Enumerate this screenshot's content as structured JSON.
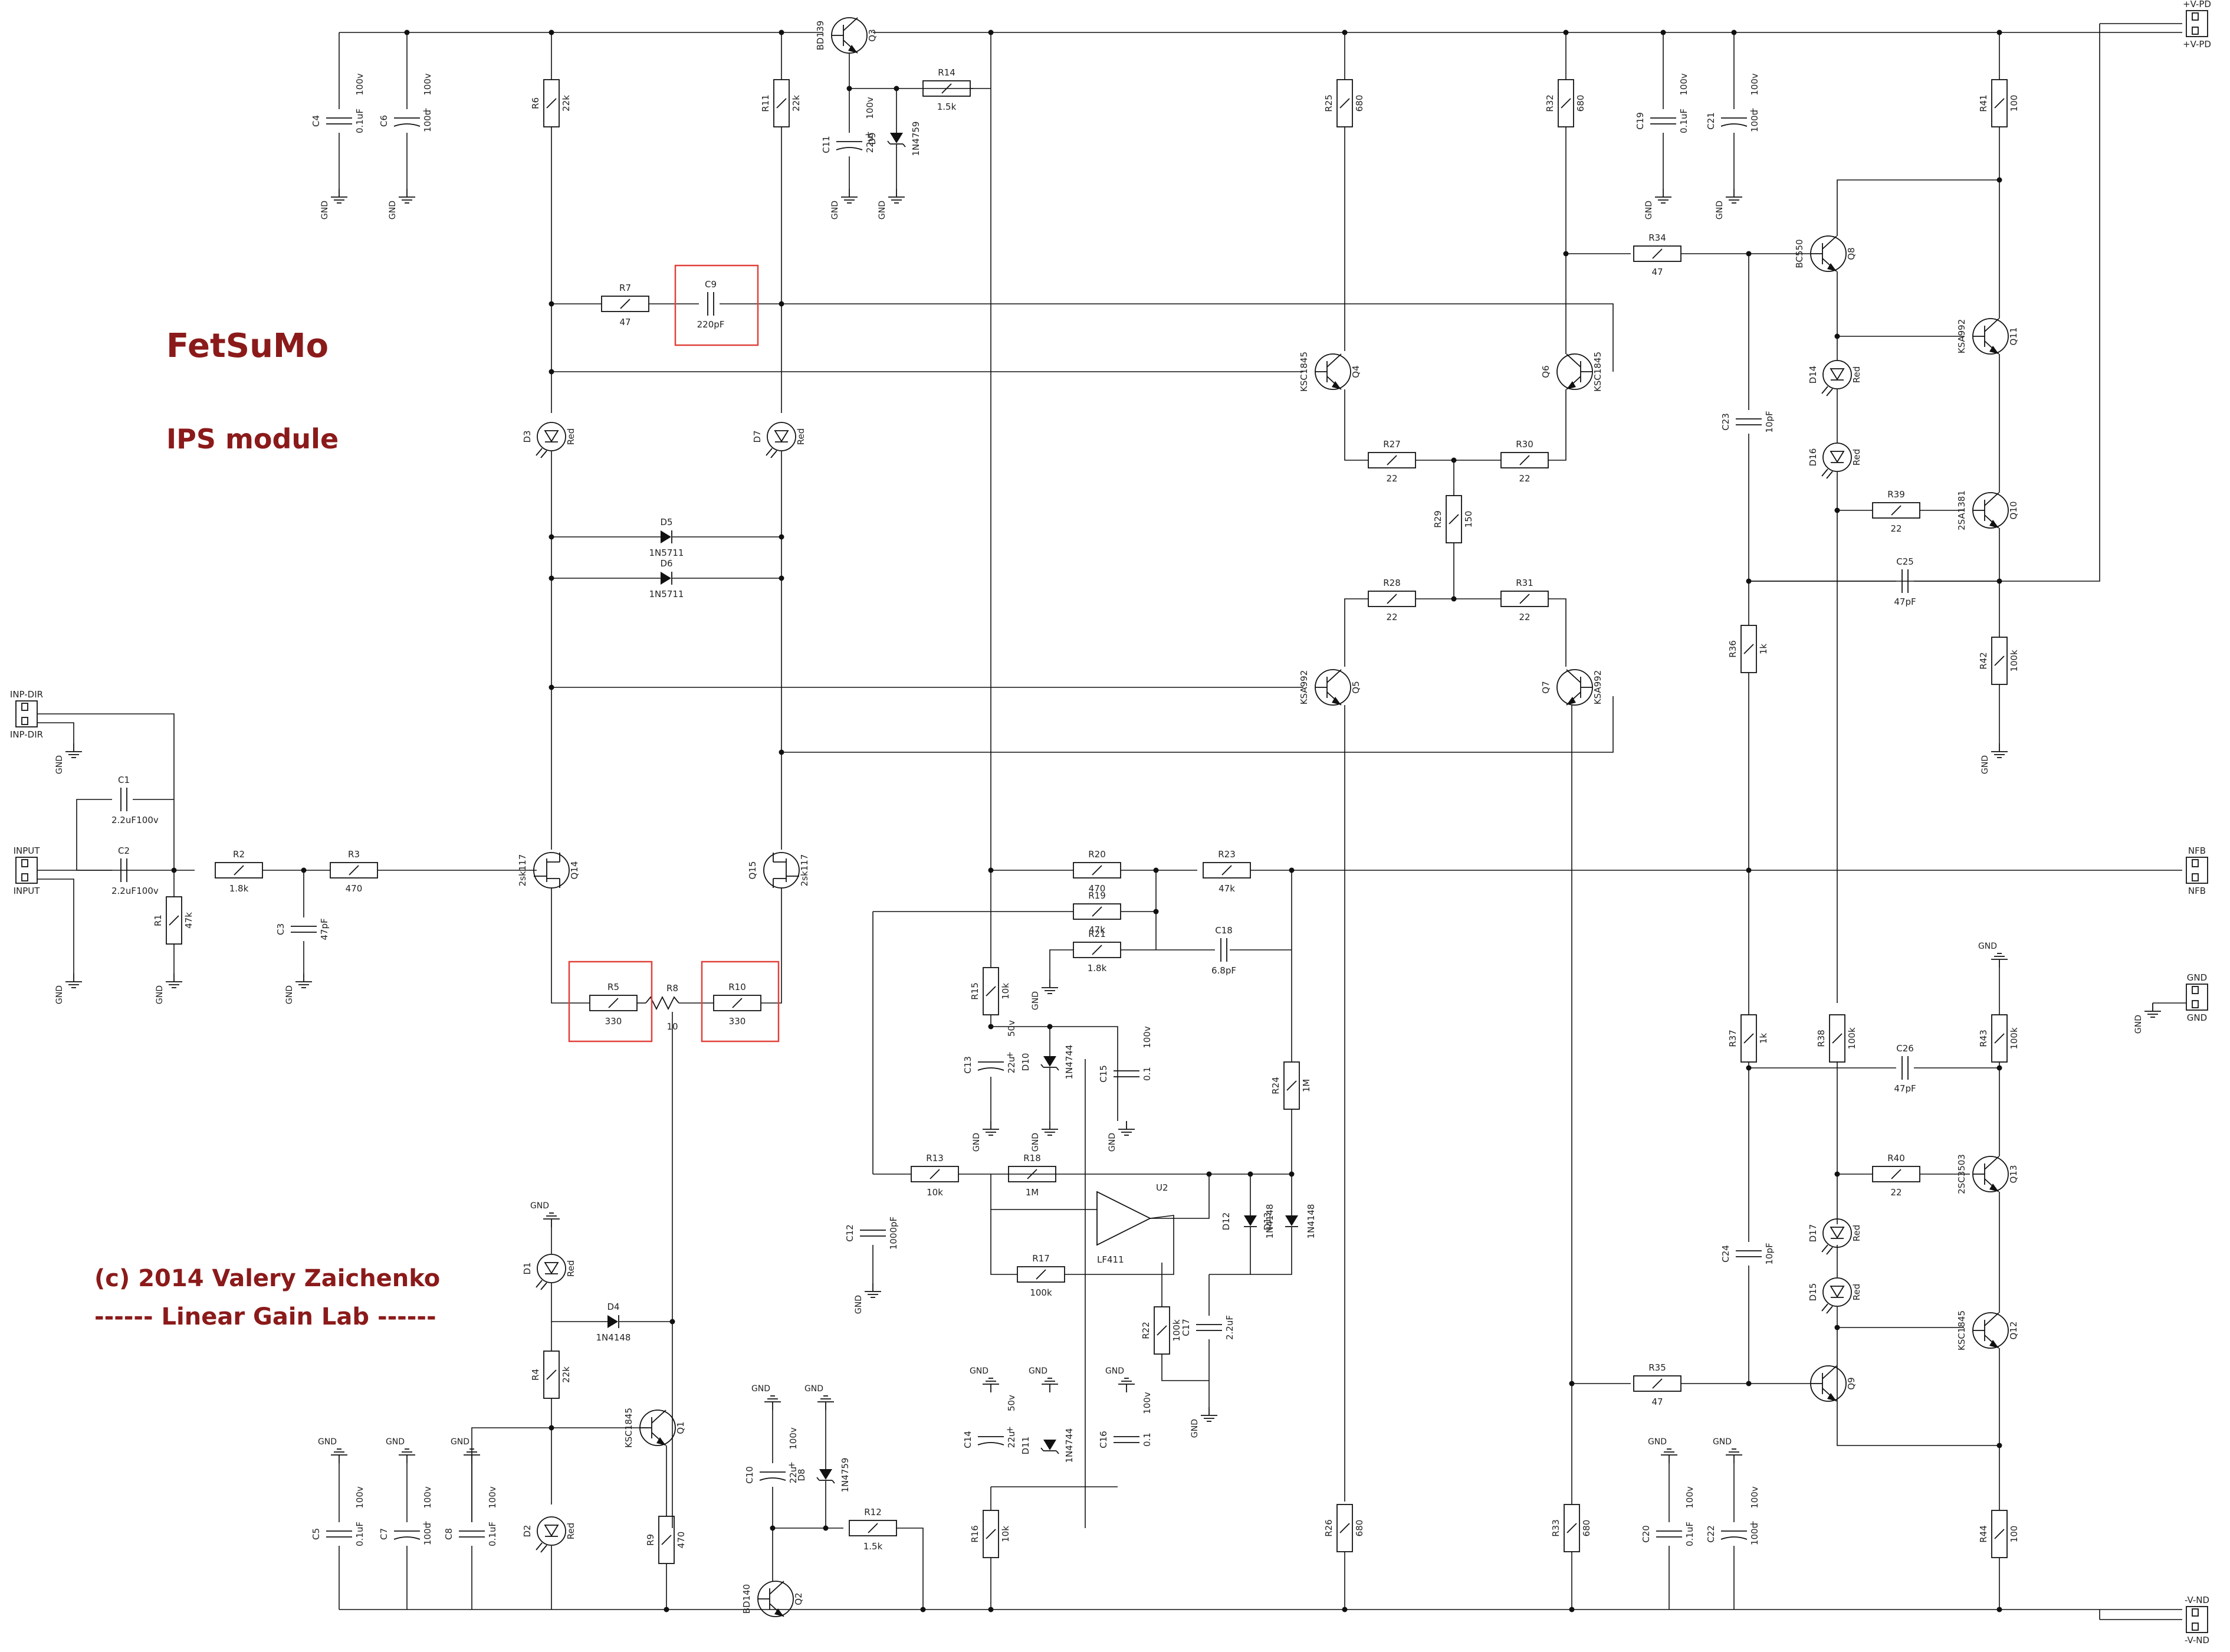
{
  "texts": {
    "title": "FetSuMo",
    "subtitle": "IPS module",
    "copyright": "(c) 2014 Valery Zaichenko",
    "lab": "------ Linear Gain Lab ------"
  },
  "ports": {
    "vpd_top": "+V-PD",
    "vpd_bot": "+V-PD",
    "inpdir_top": "INP-DIR",
    "inpdir_bot": "INP-DIR",
    "input_top": "INPUT",
    "input_bot": "INPUT",
    "nfb_top": "NFB",
    "nfb_bot": "NFB",
    "gnd_top": "GND",
    "gnd_bot": "GND",
    "vnd_top": "-V-ND",
    "vnd_bot": "-V-ND"
  },
  "gnd_label": "GND",
  "resistors": [
    {
      "ref": "R1",
      "val": "47k"
    },
    {
      "ref": "R2",
      "val": "1.8k"
    },
    {
      "ref": "R3",
      "val": "470"
    },
    {
      "ref": "R4",
      "val": "22k"
    },
    {
      "ref": "R5",
      "val": "330"
    },
    {
      "ref": "R6",
      "val": "22k"
    },
    {
      "ref": "R7",
      "val": "47"
    },
    {
      "ref": "R8",
      "val": "10"
    },
    {
      "ref": "R9",
      "val": "470"
    },
    {
      "ref": "R10",
      "val": "330"
    },
    {
      "ref": "R11",
      "val": "22k"
    },
    {
      "ref": "R12",
      "val": "1.5k"
    },
    {
      "ref": "R13",
      "val": "10k"
    },
    {
      "ref": "R14",
      "val": "1.5k"
    },
    {
      "ref": "R15",
      "val": "10k"
    },
    {
      "ref": "R16",
      "val": "10k"
    },
    {
      "ref": "R17",
      "val": "100k"
    },
    {
      "ref": "R18",
      "val": "1M"
    },
    {
      "ref": "R19",
      "val": "47k"
    },
    {
      "ref": "R20",
      "val": "470"
    },
    {
      "ref": "R21",
      "val": "1.8k"
    },
    {
      "ref": "R22",
      "val": "100k"
    },
    {
      "ref": "R23",
      "val": "47k"
    },
    {
      "ref": "R24",
      "val": "1M"
    },
    {
      "ref": "R25",
      "val": "680"
    },
    {
      "ref": "R26",
      "val": "680"
    },
    {
      "ref": "R27",
      "val": "22"
    },
    {
      "ref": "R28",
      "val": "22"
    },
    {
      "ref": "R29",
      "val": "150"
    },
    {
      "ref": "R30",
      "val": "22"
    },
    {
      "ref": "R31",
      "val": "22"
    },
    {
      "ref": "R32",
      "val": "680"
    },
    {
      "ref": "R33",
      "val": "680"
    },
    {
      "ref": "R34",
      "val": "47"
    },
    {
      "ref": "R35",
      "val": "47"
    },
    {
      "ref": "R36",
      "val": "1k"
    },
    {
      "ref": "R37",
      "val": "1k"
    },
    {
      "ref": "R38",
      "val": "100k"
    },
    {
      "ref": "R39",
      "val": "22"
    },
    {
      "ref": "R40",
      "val": "22"
    },
    {
      "ref": "R41",
      "val": "100"
    },
    {
      "ref": "R42",
      "val": "100k"
    },
    {
      "ref": "R43",
      "val": "100k"
    },
    {
      "ref": "R44",
      "val": "100"
    }
  ],
  "capacitors": [
    {
      "ref": "C1",
      "val": "2.2uF",
      "v": "100v"
    },
    {
      "ref": "C2",
      "val": "2.2uF",
      "v": "100v"
    },
    {
      "ref": "C3",
      "val": "47pF"
    },
    {
      "ref": "C4",
      "val": "0.1uF",
      "v": "100v"
    },
    {
      "ref": "C5",
      "val": "0.1uF",
      "v": "100v"
    },
    {
      "ref": "C6",
      "val": "100u",
      "v": "100v"
    },
    {
      "ref": "C7",
      "val": "100u",
      "v": "100v"
    },
    {
      "ref": "C8",
      "val": "0.1uF",
      "v": "100v"
    },
    {
      "ref": "C9",
      "val": "220pF"
    },
    {
      "ref": "C10",
      "val": "22u",
      "v": "100v"
    },
    {
      "ref": "C11",
      "val": "22u",
      "v": "100v"
    },
    {
      "ref": "C12",
      "val": "1000pF"
    },
    {
      "ref": "C13",
      "val": "22u",
      "v": "50v"
    },
    {
      "ref": "C14",
      "val": "22u",
      "v": "50v"
    },
    {
      "ref": "C15",
      "val": "0.1",
      "v": "100v"
    },
    {
      "ref": "C16",
      "val": "0.1",
      "v": "100v"
    },
    {
      "ref": "C17",
      "val": "2.2uF"
    },
    {
      "ref": "C18",
      "val": "6.8pF"
    },
    {
      "ref": "C19",
      "val": "0.1uF",
      "v": "100v"
    },
    {
      "ref": "C20",
      "val": "0.1uF",
      "v": "100v"
    },
    {
      "ref": "C21",
      "val": "100u",
      "v": "100v"
    },
    {
      "ref": "C22",
      "val": "100u",
      "v": "100v"
    },
    {
      "ref": "C23",
      "val": "10pF"
    },
    {
      "ref": "C24",
      "val": "10pF"
    },
    {
      "ref": "C25",
      "val": "47pF"
    },
    {
      "ref": "C26",
      "val": "47pF"
    }
  ],
  "transistors": [
    {
      "ref": "Q1",
      "type": "KSC1845"
    },
    {
      "ref": "Q2",
      "type": "BD140"
    },
    {
      "ref": "Q3",
      "type": "BD139"
    },
    {
      "ref": "Q4",
      "type": "KSC1845"
    },
    {
      "ref": "Q5",
      "type": "KSA992"
    },
    {
      "ref": "Q6",
      "type": "KSC1845"
    },
    {
      "ref": "Q7",
      "type": "KSA992"
    },
    {
      "ref": "Q8",
      "type": "BC550"
    },
    {
      "ref": "Q9",
      "type": ""
    },
    {
      "ref": "Q10",
      "type": "2SA1381"
    },
    {
      "ref": "Q11",
      "type": "KSA992"
    },
    {
      "ref": "Q12",
      "type": "KSC1845"
    },
    {
      "ref": "Q13",
      "type": "2SC3503"
    },
    {
      "ref": "Q14",
      "type": "2sk117"
    },
    {
      "ref": "Q15",
      "type": "2sk117"
    }
  ],
  "diodes": [
    {
      "ref": "D1",
      "type": "Red"
    },
    {
      "ref": "D2",
      "type": "Red"
    },
    {
      "ref": "D3",
      "type": "Red"
    },
    {
      "ref": "D4",
      "type": "1N4148"
    },
    {
      "ref": "D5",
      "type": "1N5711"
    },
    {
      "ref": "D6",
      "type": "1N5711"
    },
    {
      "ref": "D7",
      "type": "Red"
    },
    {
      "ref": "D8",
      "type": "1N4759"
    },
    {
      "ref": "D9",
      "type": "1N4759"
    },
    {
      "ref": "D10",
      "type": "1N4744"
    },
    {
      "ref": "D11",
      "type": "1N4744"
    },
    {
      "ref": "D12",
      "type": "1N4148"
    },
    {
      "ref": "D13",
      "type": "1N4148"
    },
    {
      "ref": "D14",
      "type": "Red"
    },
    {
      "ref": "D15",
      "type": "Red"
    },
    {
      "ref": "D16",
      "type": "Red"
    },
    {
      "ref": "D17",
      "type": "Red"
    }
  ],
  "opamp": {
    "ref": "U2",
    "type": "LF411"
  },
  "colors": {
    "title": "#8b1a1a",
    "highlight": "#e0403a",
    "wire": "#111111"
  }
}
